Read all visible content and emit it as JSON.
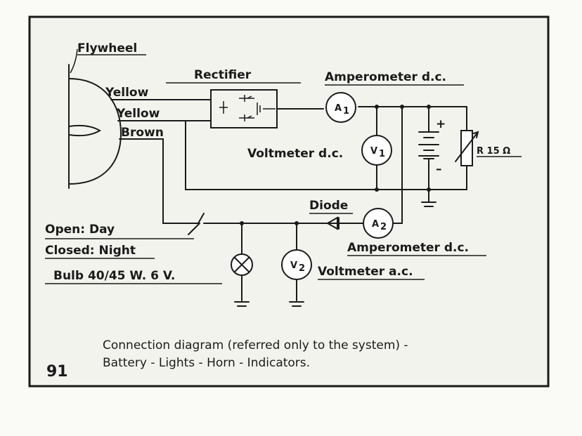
{
  "labels": {
    "flywheel": "Flywheel",
    "yellow_1": "Yellow",
    "yellow_2": "Yellow",
    "brown": "Brown",
    "rectifier": "Rectifier",
    "amperometer_dc_1": "Amperometer d.c.",
    "voltmeter_dc": "Voltmeter d.c.",
    "resistor": "R 15 Ω",
    "diode": "Diode",
    "open_day": "Open: Day",
    "closed_night": "Closed: Night",
    "bulb": "Bulb 40/45 W. 6 V.",
    "amperometer_dc_2": "Amperometer d.c.",
    "voltmeter_ac": "Voltmeter a.c."
  },
  "meters": {
    "a1": "A",
    "a1_sub": "1",
    "v1": "V",
    "v1_sub": "1",
    "a2": "A",
    "a2_sub": "2",
    "v2": "V",
    "v2_sub": "2"
  },
  "battery": {
    "plus": "+",
    "minus": "–"
  },
  "caption": {
    "line1": "Connection diagram (referred only to the system) -",
    "line2": "Battery - Lights - Horn - Indicators."
  },
  "figure_number": "91"
}
